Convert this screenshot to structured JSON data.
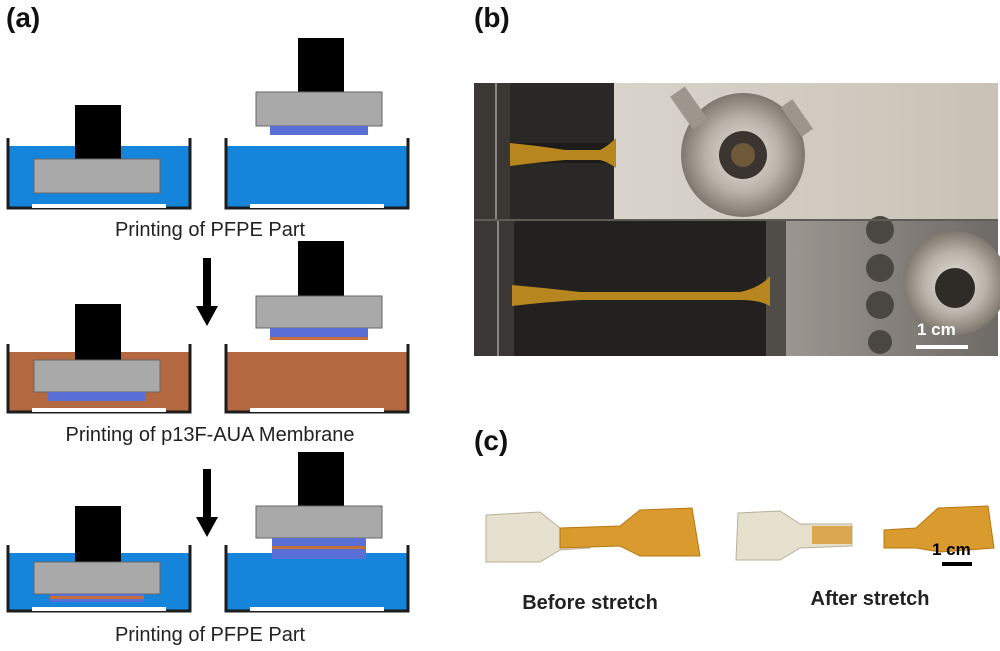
{
  "panels": {
    "a": {
      "label": "(a)"
    },
    "b": {
      "label": "(b)",
      "scale_label": "1 cm"
    },
    "c": {
      "label": "(c)",
      "scale_label": "1 cm",
      "before_caption": "Before stretch",
      "after_caption": "After stretch"
    }
  },
  "steps": [
    {
      "caption": "Printing of PFPE Part",
      "resin_color": "#1585dc"
    },
    {
      "caption": "Printing of p13F-AUA Membrane",
      "resin_color": "#b4683f"
    },
    {
      "caption": "Printing of PFPE Part",
      "resin_color": "#1585dc"
    }
  ],
  "colors": {
    "platform": "#a9a9a9",
    "motor": "#000000",
    "pfpe_layer": "#5a6fd6",
    "membrane_layer": "#c4703a",
    "vat_outline": "#1c1c1c"
  }
}
